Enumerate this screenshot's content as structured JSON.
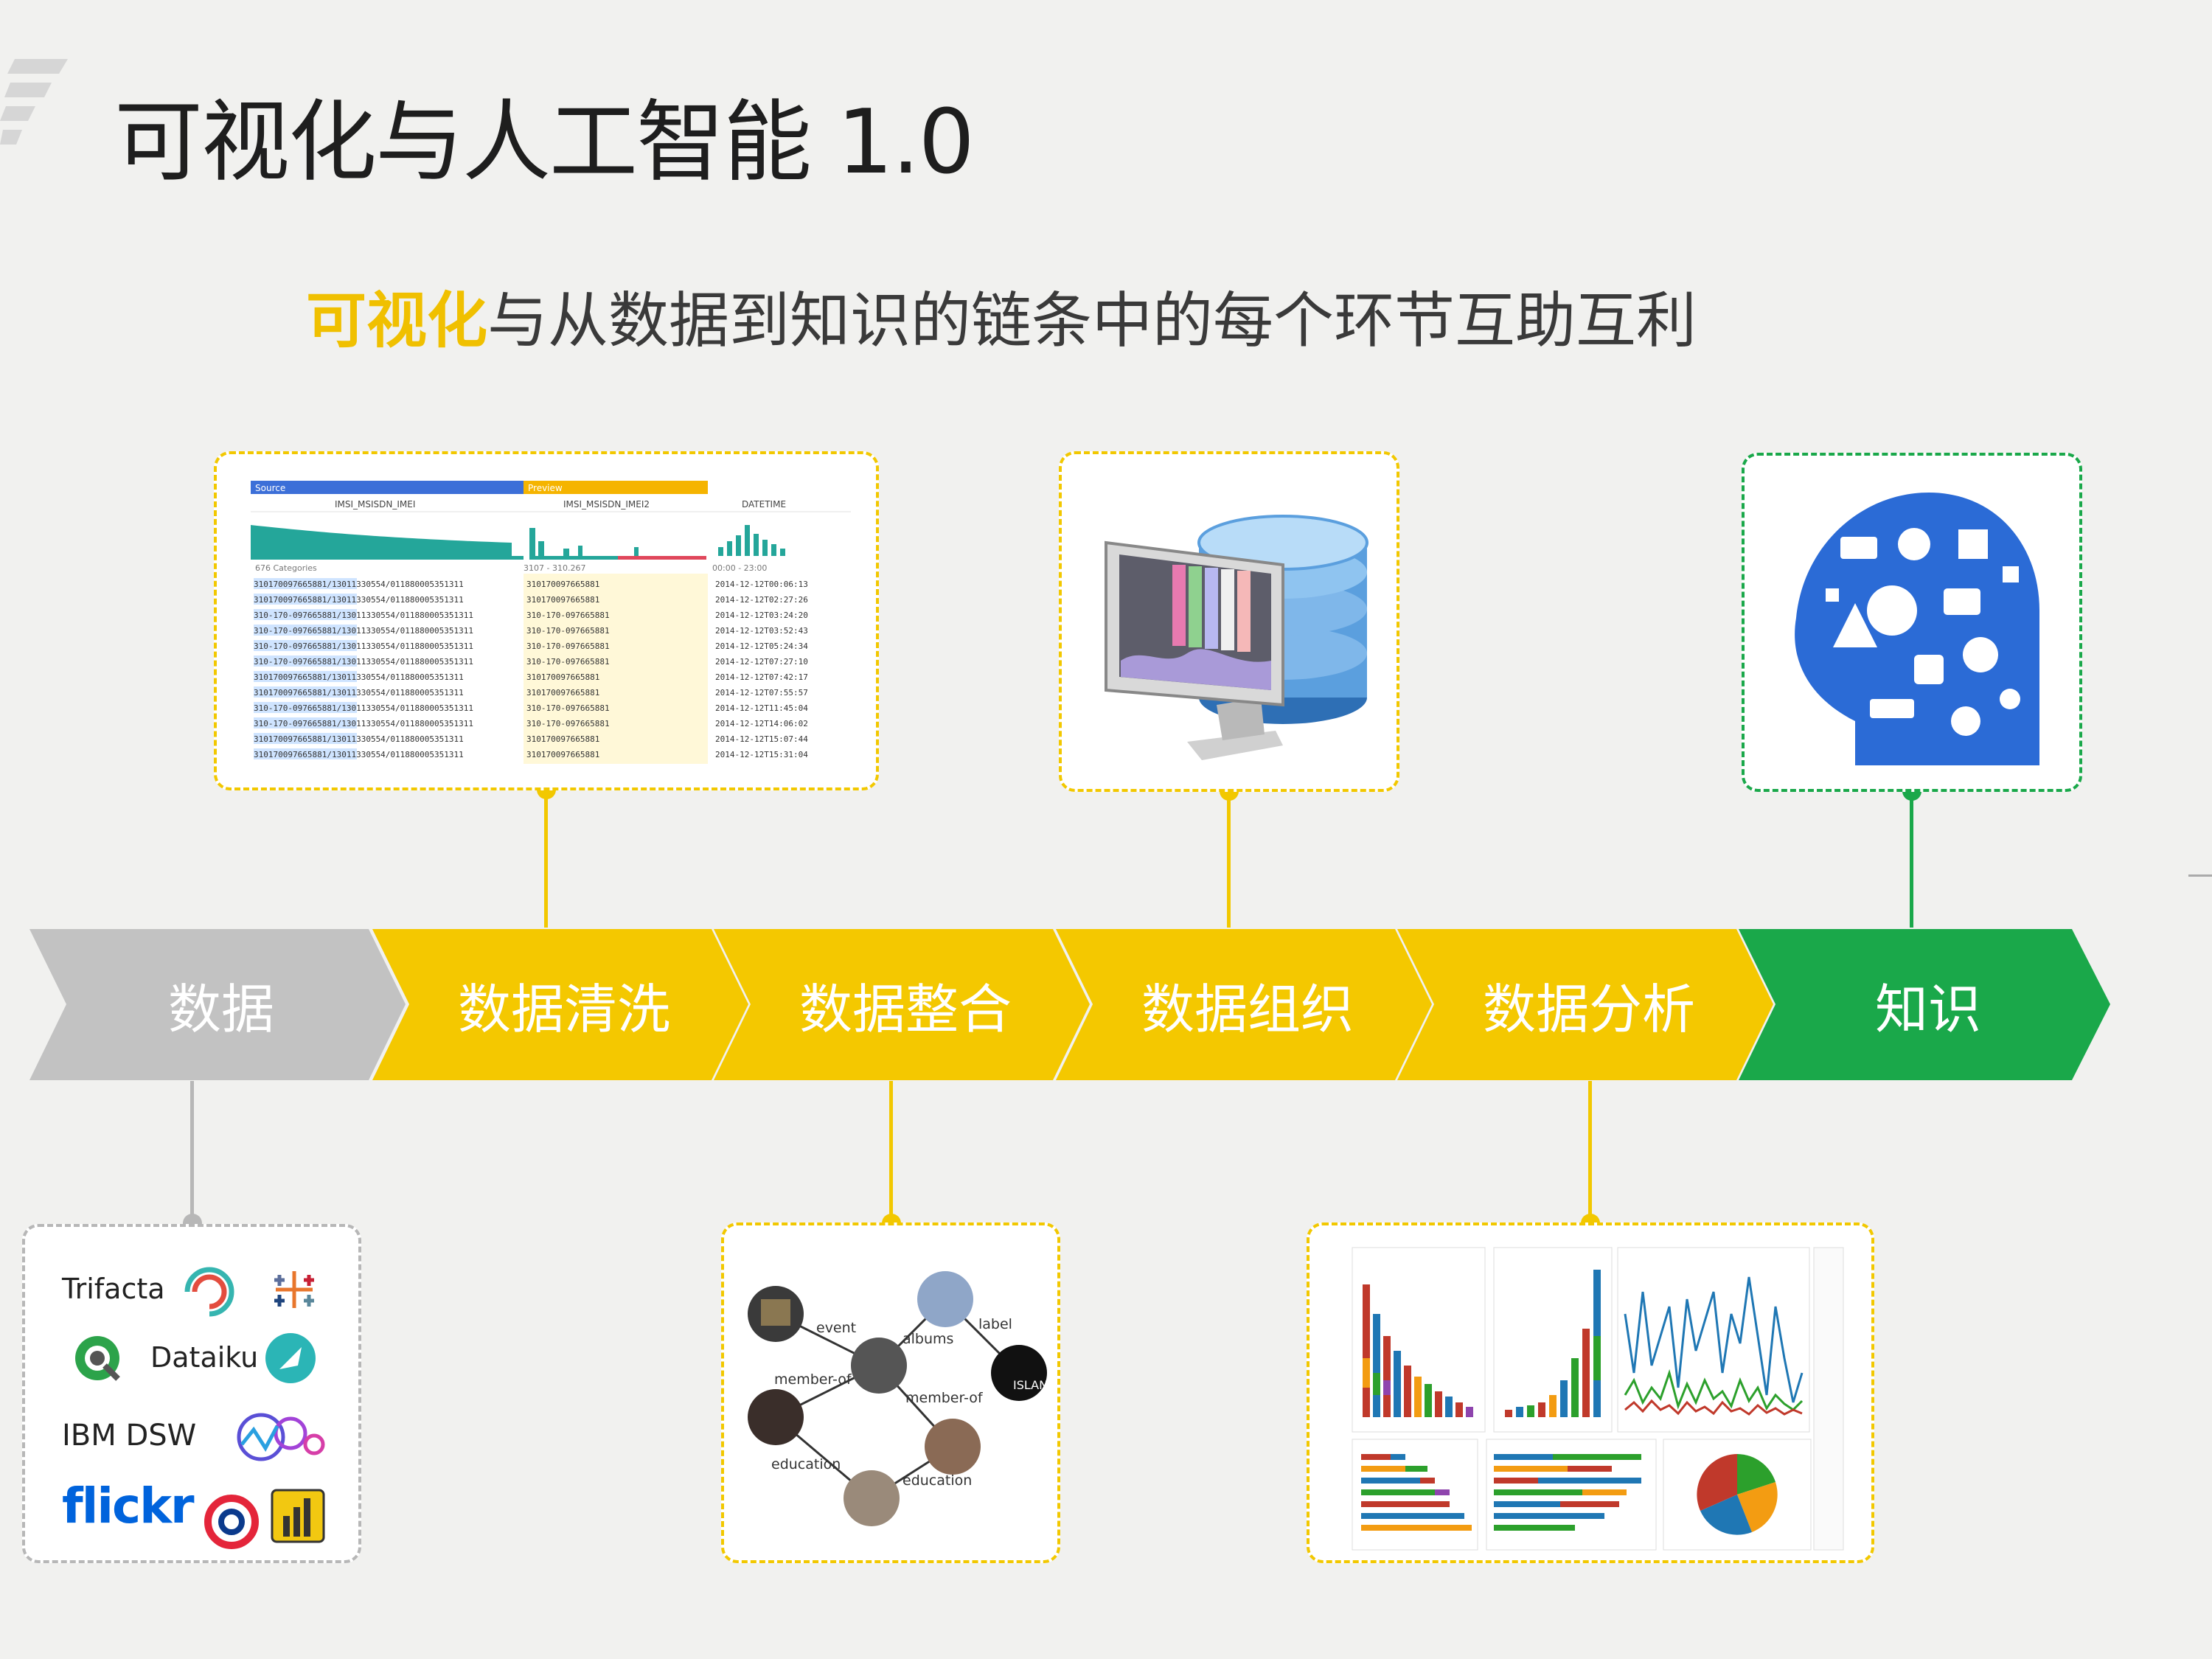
{
  "title": "可视化与人工智能 1.0",
  "subtitle": {
    "highlight": "可视化",
    "rest": "与从数据到知识的链条中的每个环节互助互利"
  },
  "stages": [
    {
      "label": "数据",
      "color": "#c2c2c2"
    },
    {
      "label": "数据清洗",
      "color": "#f4c800"
    },
    {
      "label": "数据整合",
      "color": "#f4c800"
    },
    {
      "label": "数据组织",
      "color": "#f4c800"
    },
    {
      "label": "数据分析",
      "color": "#f4c800"
    },
    {
      "label": "知识",
      "color": "#1aa84a"
    }
  ],
  "tools": {
    "trifacta": "Trifacta",
    "dataiku": "Dataiku",
    "ibm_dsw": "IBM DSW",
    "flickr": "flickr"
  },
  "cleaning_table": {
    "headers": [
      "Source",
      "Preview"
    ],
    "columns": [
      "IMSI_MSISDN_IMEI",
      "IMSI_MSISDN_IMEI2",
      "DATETIME"
    ],
    "summary": [
      "676 Categories",
      "3107 - 310.267",
      "00:00 - 23:00"
    ],
    "rows": [
      [
        "310170097665881/13011330554/011880005351311",
        "310170097665881",
        "2014-12-12T00:06:13"
      ],
      [
        "310170097665881/13011330554/011880005351311",
        "310170097665881",
        "2014-12-12T02:27:26"
      ],
      [
        "310-170-097665881/13011330554/011880005351311",
        "310-170-097665881",
        "2014-12-12T03:24:20"
      ],
      [
        "310-170-097665881/13011330554/011880005351311",
        "310-170-097665881",
        "2014-12-12T03:52:43"
      ],
      [
        "310-170-097665881/13011330554/011880005351311",
        "310-170-097665881",
        "2014-12-12T05:24:34"
      ],
      [
        "310-170-097665881/13011330554/011880005351311",
        "310-170-097665881",
        "2014-12-12T07:27:10"
      ],
      [
        "310170097665881/13011330554/011880005351311",
        "310170097665881",
        "2014-12-12T07:42:17"
      ],
      [
        "310170097665881/13011330554/011880005351311",
        "310170097665881",
        "2014-12-12T07:55:57"
      ],
      [
        "310-170-097665881/13011330554/011880005351311",
        "310-170-097665881",
        "2014-12-12T11:45:04"
      ],
      [
        "310-170-097665881/13011330554/011880005351311",
        "310-170-097665881",
        "2014-12-12T14:06:02"
      ],
      [
        "310170097665881/13011330554/011880005351311",
        "310170097665881",
        "2014-12-12T15:07:44"
      ],
      [
        "310170097665881/13011330554/011880005351311",
        "310170097665881",
        "2014-12-12T15:31:04"
      ]
    ]
  },
  "graph": {
    "edge_labels": [
      "event",
      "albums",
      "label",
      "member-of",
      "member-of",
      "education",
      "education"
    ],
    "node_text": "ISLAND"
  }
}
